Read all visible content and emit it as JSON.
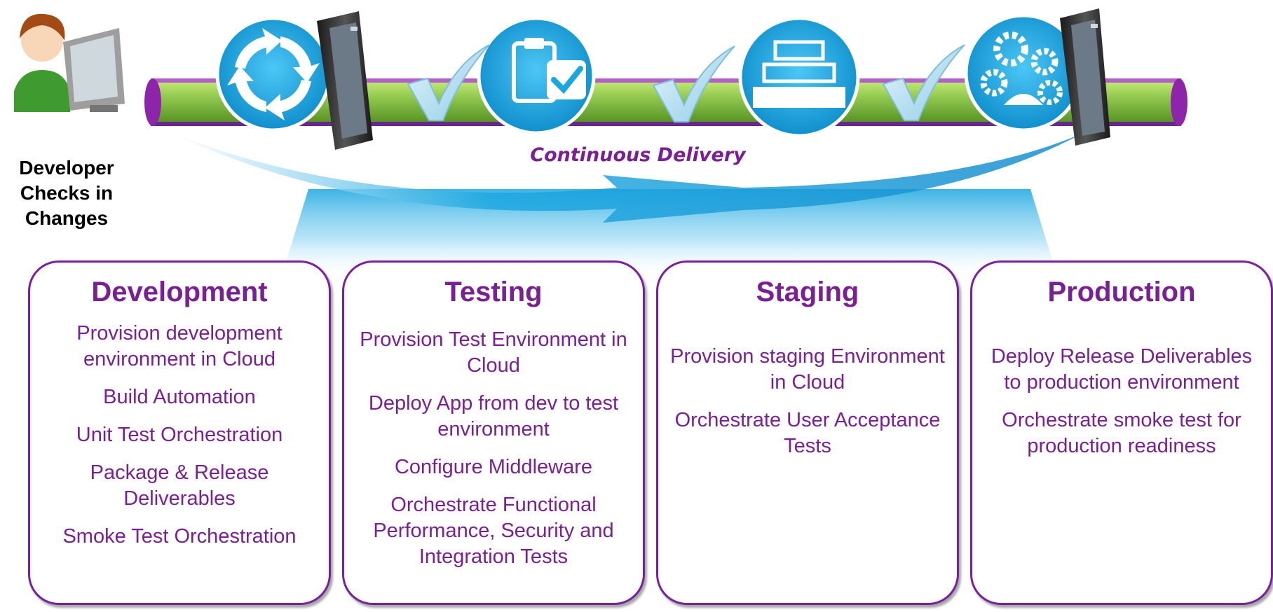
{
  "developer": {
    "label_lines": [
      "Developer",
      "Checks in",
      "Changes"
    ],
    "icon": "developer-at-computer-icon"
  },
  "pipeline": {
    "label": "Continuous Delivery",
    "colors": {
      "pipe_green": "#8bc34a",
      "pipe_purple": "#8e24aa",
      "stage_blue": "#1aa6e0",
      "check_blue": "#a9d9ee",
      "label_purple": "#7a1f96"
    },
    "stage_icons": [
      "cycle-arrows-icon",
      "clipboard-check-icon",
      "staging-stack-icon",
      "gears-icon"
    ],
    "server_icons": [
      "server-tower-icon",
      "server-tower-icon"
    ],
    "check_icons": [
      "checkmark-icon",
      "checkmark-icon",
      "checkmark-icon"
    ]
  },
  "stages": [
    {
      "title": "Development",
      "items": [
        "Provision development environment in Cloud",
        "Build Automation",
        "Unit Test Orchestration",
        "Package & Release Deliverables",
        "Smoke Test Orchestration"
      ]
    },
    {
      "title": "Testing",
      "items": [
        "Provision Test Environment in Cloud",
        "Deploy App from dev to test environment",
        "Configure Middleware",
        "Orchestrate Functional Performance, Security and Integration Tests"
      ]
    },
    {
      "title": "Staging",
      "items": [
        "Provision staging Environment in Cloud",
        "Orchestrate User Acceptance Tests"
      ]
    },
    {
      "title": "Production",
      "items": [
        "Deploy Release Deliverables to production environment",
        "Orchestrate smoke test for production readiness"
      ]
    }
  ]
}
